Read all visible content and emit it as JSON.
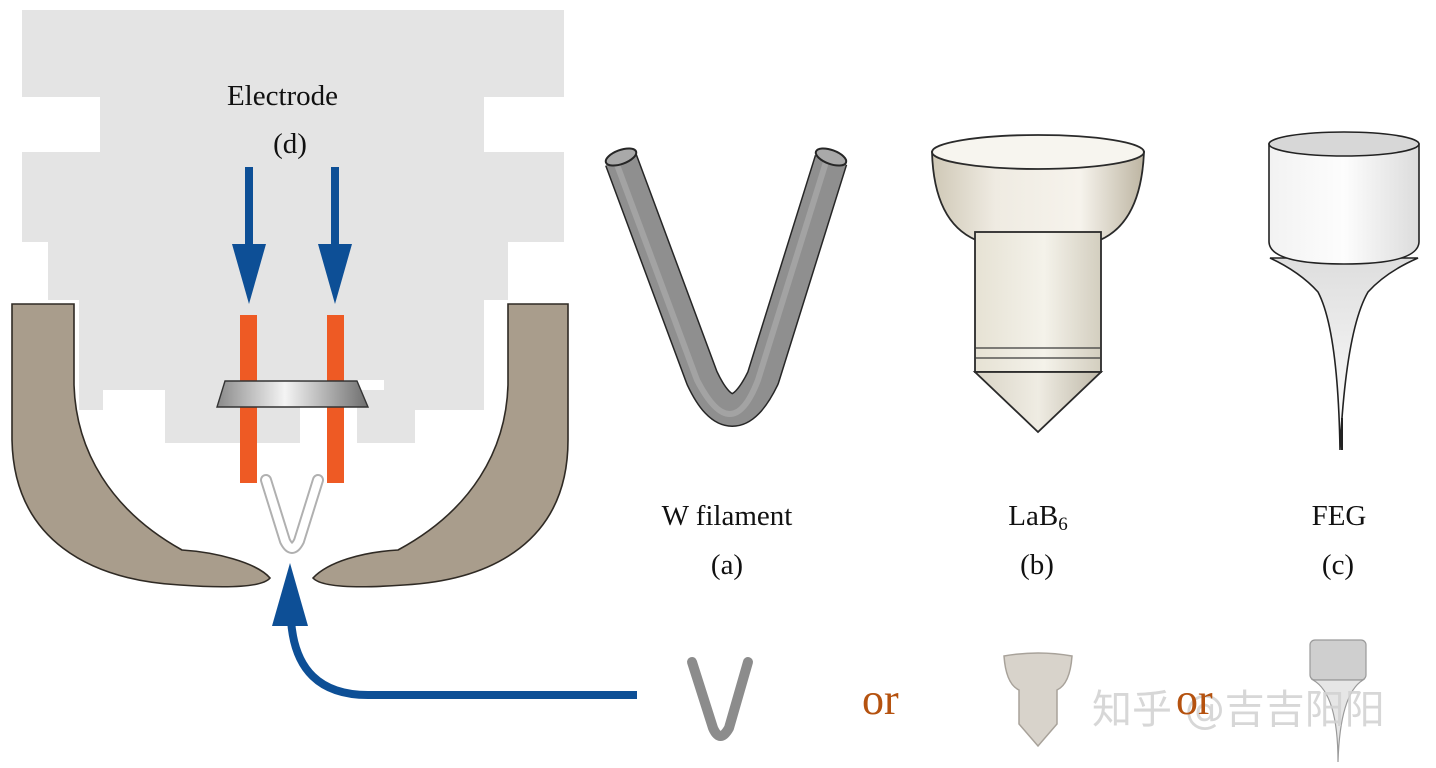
{
  "electrode": {
    "label": "Electrode",
    "tag": "(d)"
  },
  "sources": [
    {
      "name": "W filament",
      "tag": "(a)"
    },
    {
      "name_main": "LaB",
      "name_sub": "6",
      "tag": "(b)"
    },
    {
      "name": "FEG",
      "tag": "(c)"
    }
  ],
  "connectors": {
    "or_1": "or",
    "or_2": "or"
  },
  "watermark": "知乎 @吉吉阳阳",
  "colors": {
    "block_gray": "#e4e4e4",
    "wehnelt_brown": "#a99d8c",
    "arrow_blue": "#0d4f96",
    "pin_orange": "#ee5a24",
    "or_text": "#b5520f"
  }
}
